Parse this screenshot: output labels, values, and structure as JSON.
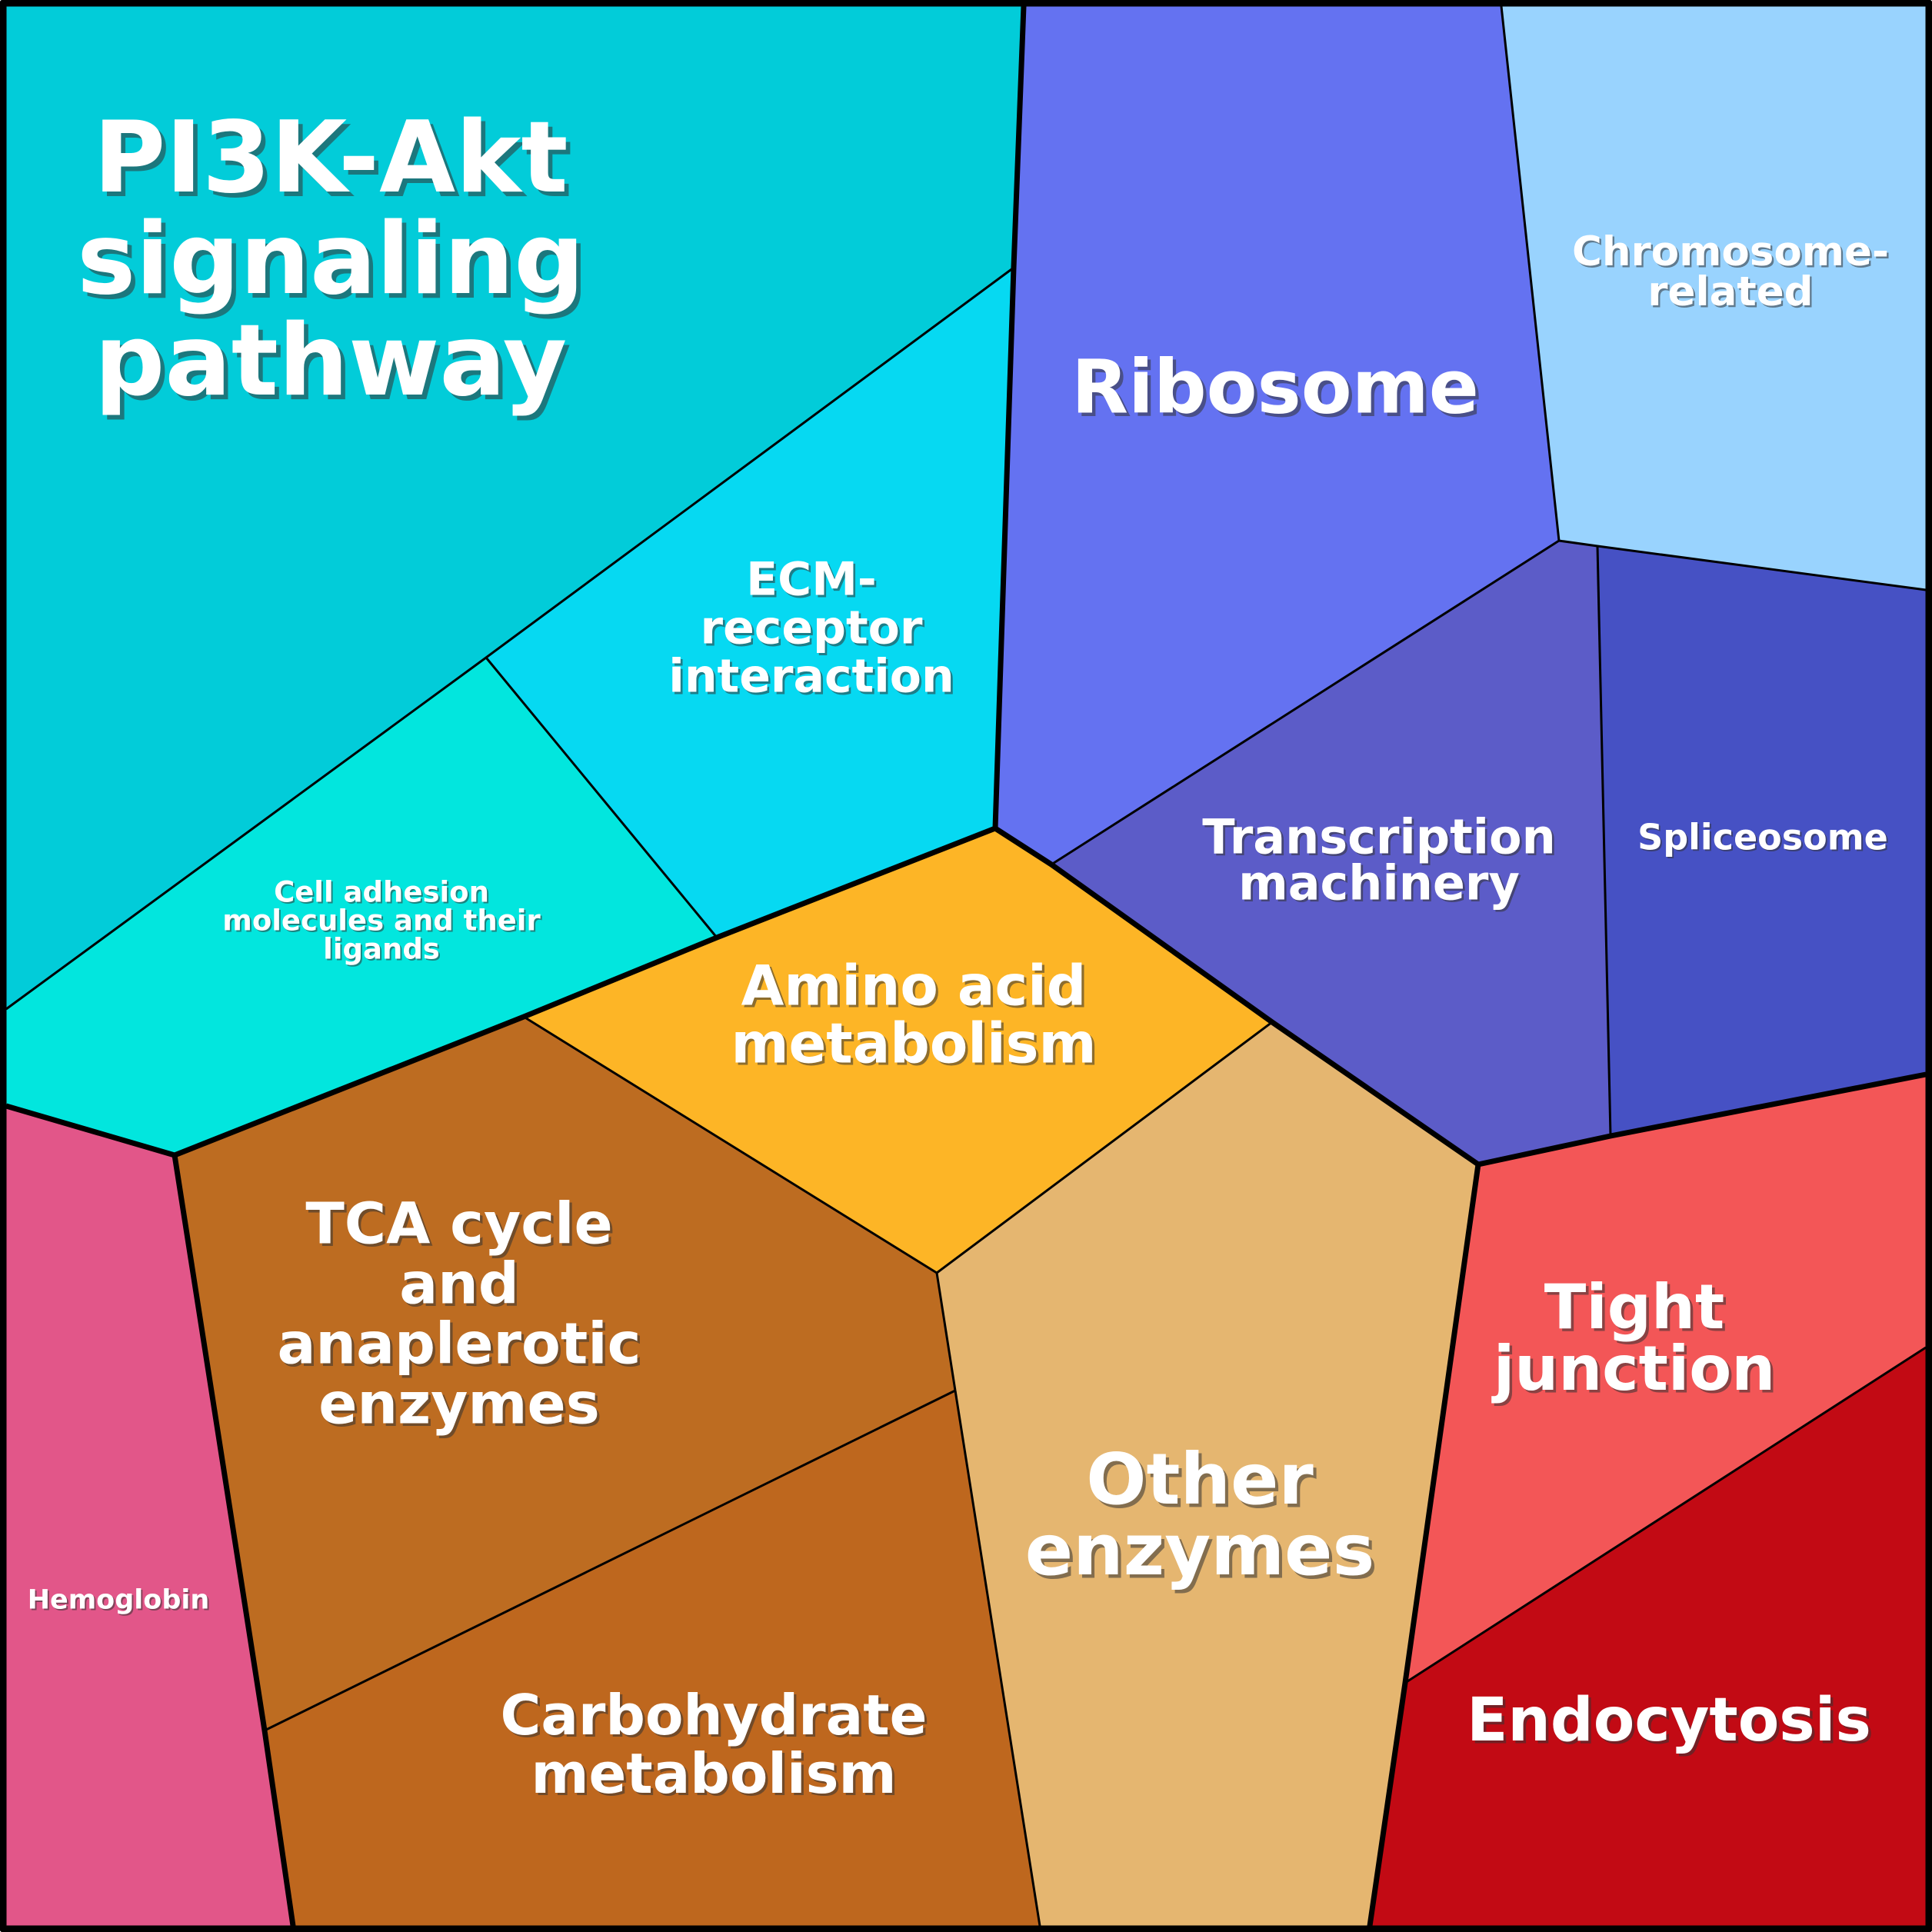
{
  "colors": {
    "pi3k": "#02CCD9",
    "ecm": "#06D9F2",
    "cell_adhesion": "#02E6DE",
    "ribosome": "#6472F1",
    "chromosome": "#99D3FE",
    "transcription": "#5C5CC8",
    "spliceosome": "#4651C4",
    "amino_acid": "#FDB526",
    "hemoglobin": "#E25689",
    "tca": "#BD6C21",
    "carbohydrate": "#BE671E",
    "other_enzymes": "#E5B670",
    "tight_junction": "#F35657",
    "endocytosis": "#C20A14"
  },
  "regions": {
    "pi3k": [
      "PI3K-Akt",
      "signaling",
      "pathway"
    ],
    "ecm": [
      "ECM-",
      "receptor",
      "interaction"
    ],
    "cell_adhesion": [
      "Cell adhesion",
      "molecules and their",
      "ligands"
    ],
    "ribosome": [
      "Ribosome"
    ],
    "chromosome": [
      "Chromosome-",
      "related"
    ],
    "transcription": [
      "Transcription",
      "machinery"
    ],
    "spliceosome": [
      "Spliceosome"
    ],
    "amino_acid": [
      "Amino acid",
      "metabolism"
    ],
    "hemoglobin": [
      "Hemoglobin"
    ],
    "tca": [
      "TCA cycle",
      "and",
      "anaplerotic",
      "enzymes"
    ],
    "carbohydrate": [
      "Carbohydrate",
      "metabolism"
    ],
    "other_enzymes": [
      "Other",
      "enzymes"
    ],
    "tight_junction": [
      "Tight",
      "junction"
    ],
    "endocytosis": [
      "Endocytosis"
    ]
  }
}
